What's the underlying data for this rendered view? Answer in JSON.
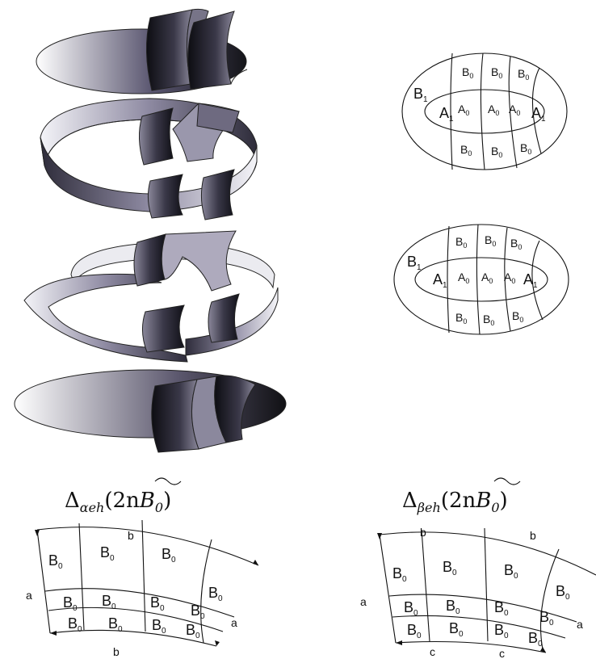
{
  "panels": {
    "left_caption": {
      "main": "Δ",
      "sub": "αeh",
      "rest": "(2n",
      "b": "B",
      "bsub": "0",
      "close": ")"
    },
    "right_caption": {
      "main": "Δ",
      "sub": "βeh",
      "rest": "(2n",
      "b": "B",
      "bsub": "0",
      "close": ")"
    }
  },
  "ellipse_labels": {
    "top": {
      "B1": {
        "main": "B",
        "sub": "1"
      },
      "A1_left": {
        "main": "A",
        "sub": "1"
      },
      "A1_right": {
        "main": "A",
        "sub": "1"
      },
      "A0": [
        {
          "main": "A",
          "sub": "0"
        },
        {
          "main": "A",
          "sub": "0"
        },
        {
          "main": "A",
          "sub": "0"
        }
      ],
      "B0_top": [
        {
          "main": "B",
          "sub": "0"
        },
        {
          "main": "B",
          "sub": "0"
        },
        {
          "main": "B",
          "sub": "0"
        }
      ],
      "B0_bottom": [
        {
          "main": "B",
          "sub": "0"
        },
        {
          "main": "B",
          "sub": "0"
        },
        {
          "main": "B",
          "sub": "0"
        }
      ]
    },
    "bottom": {
      "B1": {
        "main": "B",
        "sub": "1"
      },
      "A1_left": {
        "main": "A",
        "sub": "1"
      },
      "A1_right": {
        "main": "A",
        "sub": "1"
      },
      "A0": [
        {
          "main": "A",
          "sub": "0"
        },
        {
          "main": "A",
          "sub": "0"
        },
        {
          "main": "A",
          "sub": "0"
        }
      ],
      "B0_top": [
        {
          "main": "B",
          "sub": "0"
        },
        {
          "main": "B",
          "sub": "0"
        },
        {
          "main": "B",
          "sub": "0"
        }
      ],
      "B0_bottom": [
        {
          "main": "B",
          "sub": "0"
        },
        {
          "main": "B",
          "sub": "0"
        },
        {
          "main": "B",
          "sub": "0"
        }
      ]
    }
  },
  "left_strip": {
    "edge_top": "b",
    "edge_bottom": "b",
    "edge_left": "a",
    "edge_right": "a",
    "cells": [
      {
        "main": "B",
        "sub": "0"
      },
      {
        "main": "B",
        "sub": "0"
      },
      {
        "main": "B",
        "sub": "0"
      },
      {
        "main": "B",
        "sub": "0"
      },
      {
        "main": "B",
        "sub": "0"
      },
      {
        "main": "B",
        "sub": "0"
      },
      {
        "main": "B",
        "sub": "0"
      },
      {
        "main": "B",
        "sub": "0"
      },
      {
        "main": "B",
        "sub": "0"
      },
      {
        "main": "B",
        "sub": "0"
      },
      {
        "main": "B",
        "sub": "0"
      },
      {
        "main": "B",
        "sub": "0"
      }
    ]
  },
  "right_strip": {
    "edge_top_1": "b",
    "edge_top_2": "b",
    "edge_bottom_1": "c",
    "edge_bottom_2": "c",
    "edge_left": "a",
    "edge_right": "a",
    "cells": [
      {
        "main": "B",
        "sub": "0"
      },
      {
        "main": "B",
        "sub": "0"
      },
      {
        "main": "B",
        "sub": "0"
      },
      {
        "main": "B",
        "sub": "0"
      },
      {
        "main": "B",
        "sub": "0"
      },
      {
        "main": "B",
        "sub": "0"
      },
      {
        "main": "B",
        "sub": "0"
      },
      {
        "main": "B",
        "sub": "0"
      },
      {
        "main": "B",
        "sub": "0"
      },
      {
        "main": "B",
        "sub": "0"
      },
      {
        "main": "B",
        "sub": "0"
      },
      {
        "main": "B",
        "sub": "0"
      }
    ]
  },
  "colors": {
    "shade_dark": "#1c1c22",
    "shade_mid": "#6e6a80",
    "shade_light": "#ffffff",
    "ink": "#111111"
  }
}
